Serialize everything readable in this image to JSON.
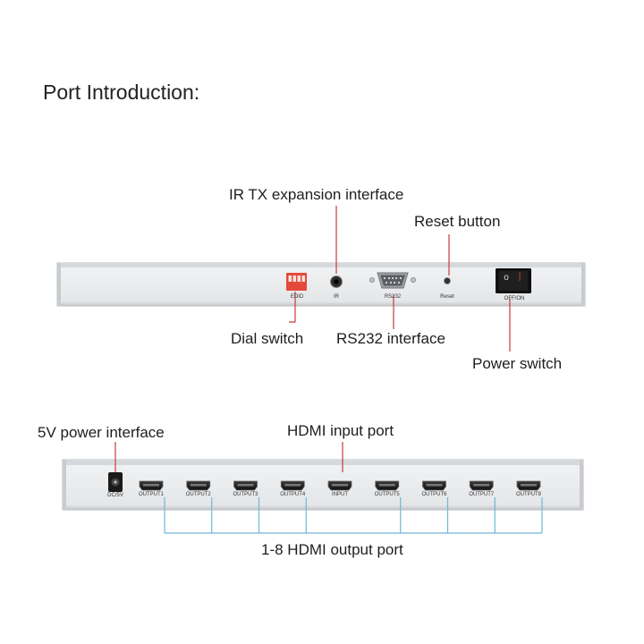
{
  "title": "Port Introduction:",
  "front_panel": {
    "callouts": {
      "ir_tx": "IR TX expansion interface",
      "reset": "Reset button",
      "dial": "Dial switch",
      "rs232": "RS232 interface",
      "power_switch": "Power switch"
    },
    "port_labels": {
      "edid": "EDID",
      "ir": "IR",
      "rs232": "RS232",
      "reset": "Reset",
      "off_on": "OFF/ON"
    },
    "switch_symbols": {
      "off": "o",
      "on": "|"
    }
  },
  "rear_panel": {
    "callouts": {
      "power": "5V power interface",
      "hdmi_input": "HDMI input port",
      "hdmi_outputs": "1-8 HDMI output port"
    },
    "dc_label": "DC/5V",
    "ports": [
      "OUTPUT1",
      "OUTPUT2",
      "OUTPUT3",
      "OUTPUT4",
      "INPUT",
      "OUTPUT5",
      "OUTPUT6",
      "OUTPUT7",
      "OUTPUT8"
    ]
  },
  "colors": {
    "callout_line": "#c83c3c",
    "bracket_line": "#6fb8d8",
    "panel_face": "#e6e8ea",
    "panel_edge": "#b9bdc1",
    "dip_red": "#e34a3c"
  }
}
